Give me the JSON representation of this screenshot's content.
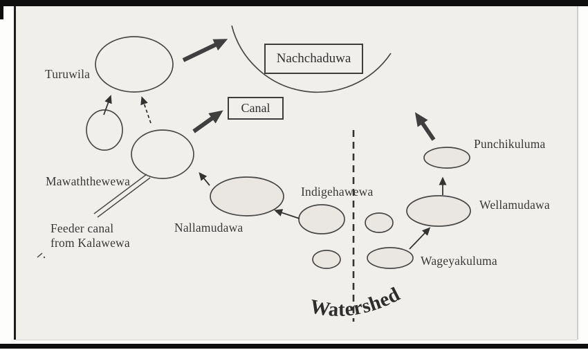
{
  "labels": {
    "turuwila": "Turuwila",
    "nachchaduwa": "Nachchaduwa",
    "canal": "Canal",
    "mawaththewewa": "Mawaththewewa",
    "feeder_canal_line1": "Feeder canal",
    "feeder_canal_line2": "from Kalawewa",
    "nallamudawa": "Nallamudawa",
    "indigehawewa": "Indigehawewa",
    "punchikuluma": "Punchikuluma",
    "wellamudawa": "Wellamudawa",
    "wageyakuluma": "Wageyakuluma",
    "watershed": "Watershed"
  },
  "diagram": {
    "nodes": [
      {
        "label": "Turuwila",
        "shape": "ellipse",
        "shaded": false
      },
      {
        "label": "",
        "shape": "small-circle",
        "shaded": false
      },
      {
        "label": "Mawaththewewa",
        "shape": "ellipse",
        "shaded": false
      },
      {
        "label": "Nallamudawa",
        "shape": "ellipse",
        "shaded": true
      },
      {
        "label": "Indigehawewa",
        "shape": "ellipse",
        "shaded": true
      },
      {
        "label": "",
        "shape": "small-ellipse",
        "shaded": true
      },
      {
        "label": "",
        "shape": "small-ellipse",
        "shaded": true
      },
      {
        "label": "Wageyakuluma",
        "shape": "ellipse",
        "shaded": true
      },
      {
        "label": "Wellamudawa",
        "shape": "ellipse",
        "shaded": true
      },
      {
        "label": "Punchikuluma",
        "shape": "ellipse",
        "shaded": true
      },
      {
        "label": "Nachchaduwa",
        "shape": "boxed-label-with-arc"
      },
      {
        "label": "Canal",
        "shape": "boxed-label"
      }
    ],
    "edges": [
      {
        "from": "unnamed-small-tank",
        "to": "Turuwila",
        "style": "thin-solid-arrow"
      },
      {
        "from": "Mawaththewewa",
        "to": "Turuwila",
        "style": "thin-dashed-arrow"
      },
      {
        "from": "Turuwila",
        "to": "Nachchaduwa",
        "style": "thick-arrow"
      },
      {
        "from": "Mawaththewewa",
        "to": "Canal",
        "style": "thick-arrow"
      },
      {
        "from": "Nallamudawa",
        "to": "Mawaththewewa",
        "style": "thin-solid-arrow"
      },
      {
        "from": "Indigehawewa",
        "to": "Nallamudawa",
        "style": "thin-solid-arrow"
      },
      {
        "from": "Wageyakuluma",
        "to": "Wellamudawa",
        "style": "thin-solid-arrow"
      },
      {
        "from": "Wellamudawa",
        "to": "Punchikuluma",
        "style": "thin-solid-arrow"
      },
      {
        "from": "Punchikuluma",
        "to": "up-left",
        "style": "thick-arrow"
      },
      {
        "from": "Feeder canal from Kalawewa",
        "to": "Mawaththewewa",
        "style": "double-line-canal"
      }
    ],
    "divider": {
      "label": "Watershed",
      "style": "vertical-dashed-line"
    }
  },
  "colors": {
    "ink": "#3f3f3f",
    "tank_fill": "#eae7e3",
    "paper": "#f1efec",
    "frame": "#0e0e0e",
    "text": "#383838"
  }
}
